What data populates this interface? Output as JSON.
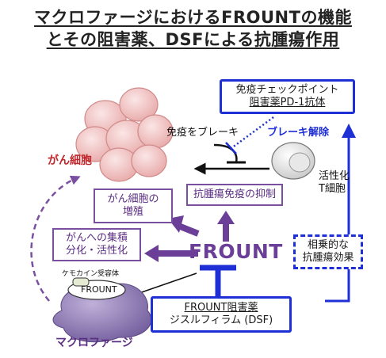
{
  "title": {
    "line1": "マクロファージにおけるFROUNTの機能",
    "line2": "とその阻害薬、DSFによる抗腫瘍作用"
  },
  "checkpoint_box": {
    "line1": "免疫チェックポイント",
    "line2": "阻害薬PD-1抗体"
  },
  "labels": {
    "men_eki_brake": "免疫をブレーキ",
    "brake_release": "ブレーキ解除",
    "cancer_cell": "がん細胞",
    "activated_line1": "活性化",
    "activated_line2": "T細胞",
    "frount_center": "FROUNT",
    "chemokine_receptor": "ケモカイン受容体",
    "frount_in_cell": "FROUNT",
    "macrophage": "マクロファージ"
  },
  "boxes": {
    "proliferation": {
      "line1": "がん細胞の",
      "line2": "増殖"
    },
    "suppression": "抗腫瘍免疫の抑制",
    "accumulation": {
      "line1": "がんへの集積",
      "line2": "分化・活性化"
    },
    "synergy": {
      "line1": "相乗的な",
      "line2": "抗腫瘍効果"
    },
    "dsf": {
      "line1": "FROUNT阻害薬",
      "line2": "ジスルフィラム (DSF)"
    }
  },
  "colors": {
    "purple": "#7a4fa0",
    "blue": "#1f2fd6",
    "cancer_red": "#c0272d",
    "cell_pink": "#f2c4c4",
    "macrophage": "#8f79b5"
  }
}
